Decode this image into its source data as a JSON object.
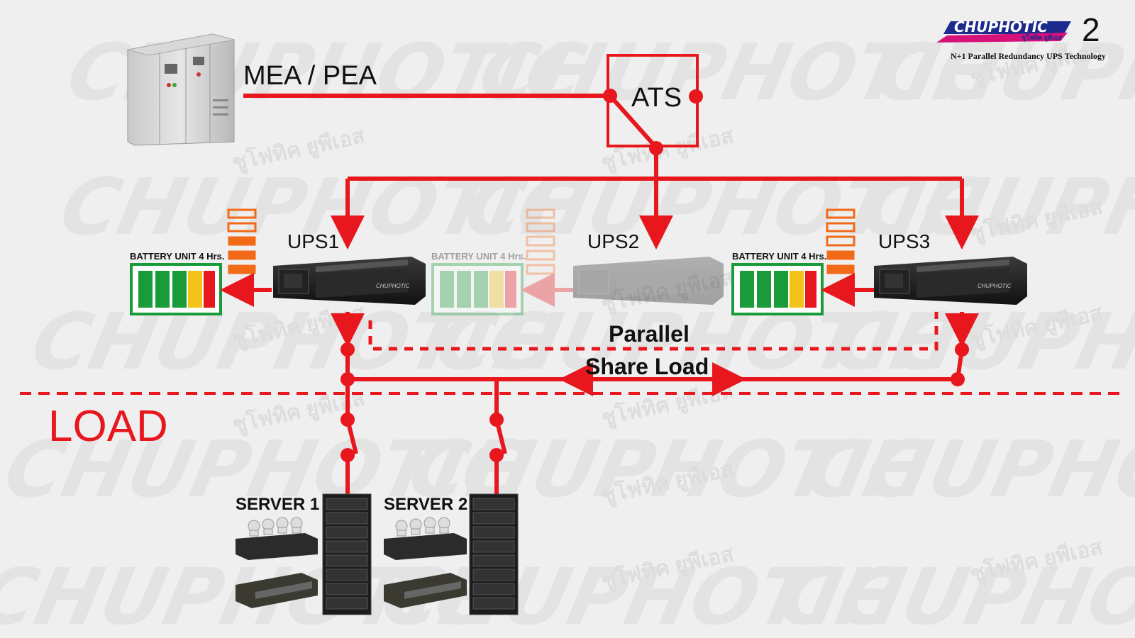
{
  "brand": {
    "logo_text": "CHUPHOTIC",
    "logo_subtext": "ชูโฟทิค ยูพีเอส",
    "page_number": "2",
    "subtitle": "N+1 Parallel Redundancy UPS Technology",
    "colors": {
      "logo_blue": "#1b2a8c",
      "logo_magenta": "#d6127a"
    }
  },
  "watermark": {
    "text": "CHUPHOTIC",
    "thai_text": "ชูโฟทิค ยูพีเอส"
  },
  "utility": {
    "label": "MEA / PEA",
    "icon": "switchboard-cabinet-icon"
  },
  "ats": {
    "label": "ATS"
  },
  "ups_units": [
    {
      "label": "UPS1",
      "battery_label": "BATTERY UNIT 4 Hrs.",
      "active": true,
      "icon": "rack-ups-icon"
    },
    {
      "label": "UPS2",
      "battery_label": "BATTERY UNIT 4 Hrs.",
      "active": false,
      "icon": "rack-ups-icon"
    },
    {
      "label": "UPS3",
      "battery_label": "BATTERY UNIT 4 Hrs.",
      "active": true,
      "icon": "rack-ups-icon"
    }
  ],
  "bus": {
    "parallel_label": "Parallel",
    "share_load_label": "Share Load"
  },
  "load": {
    "label": "LOAD"
  },
  "servers": [
    {
      "label": "SERVER 1",
      "icon": "server-rack-icon"
    },
    {
      "label": "SERVER 2",
      "icon": "server-rack-icon"
    }
  ],
  "colors": {
    "line_red": "#e8171e",
    "battery_green": "#1a9b3a",
    "battery_yellow": "#f2c417",
    "battery_orange": "#f26a18",
    "background": "#efefef"
  }
}
